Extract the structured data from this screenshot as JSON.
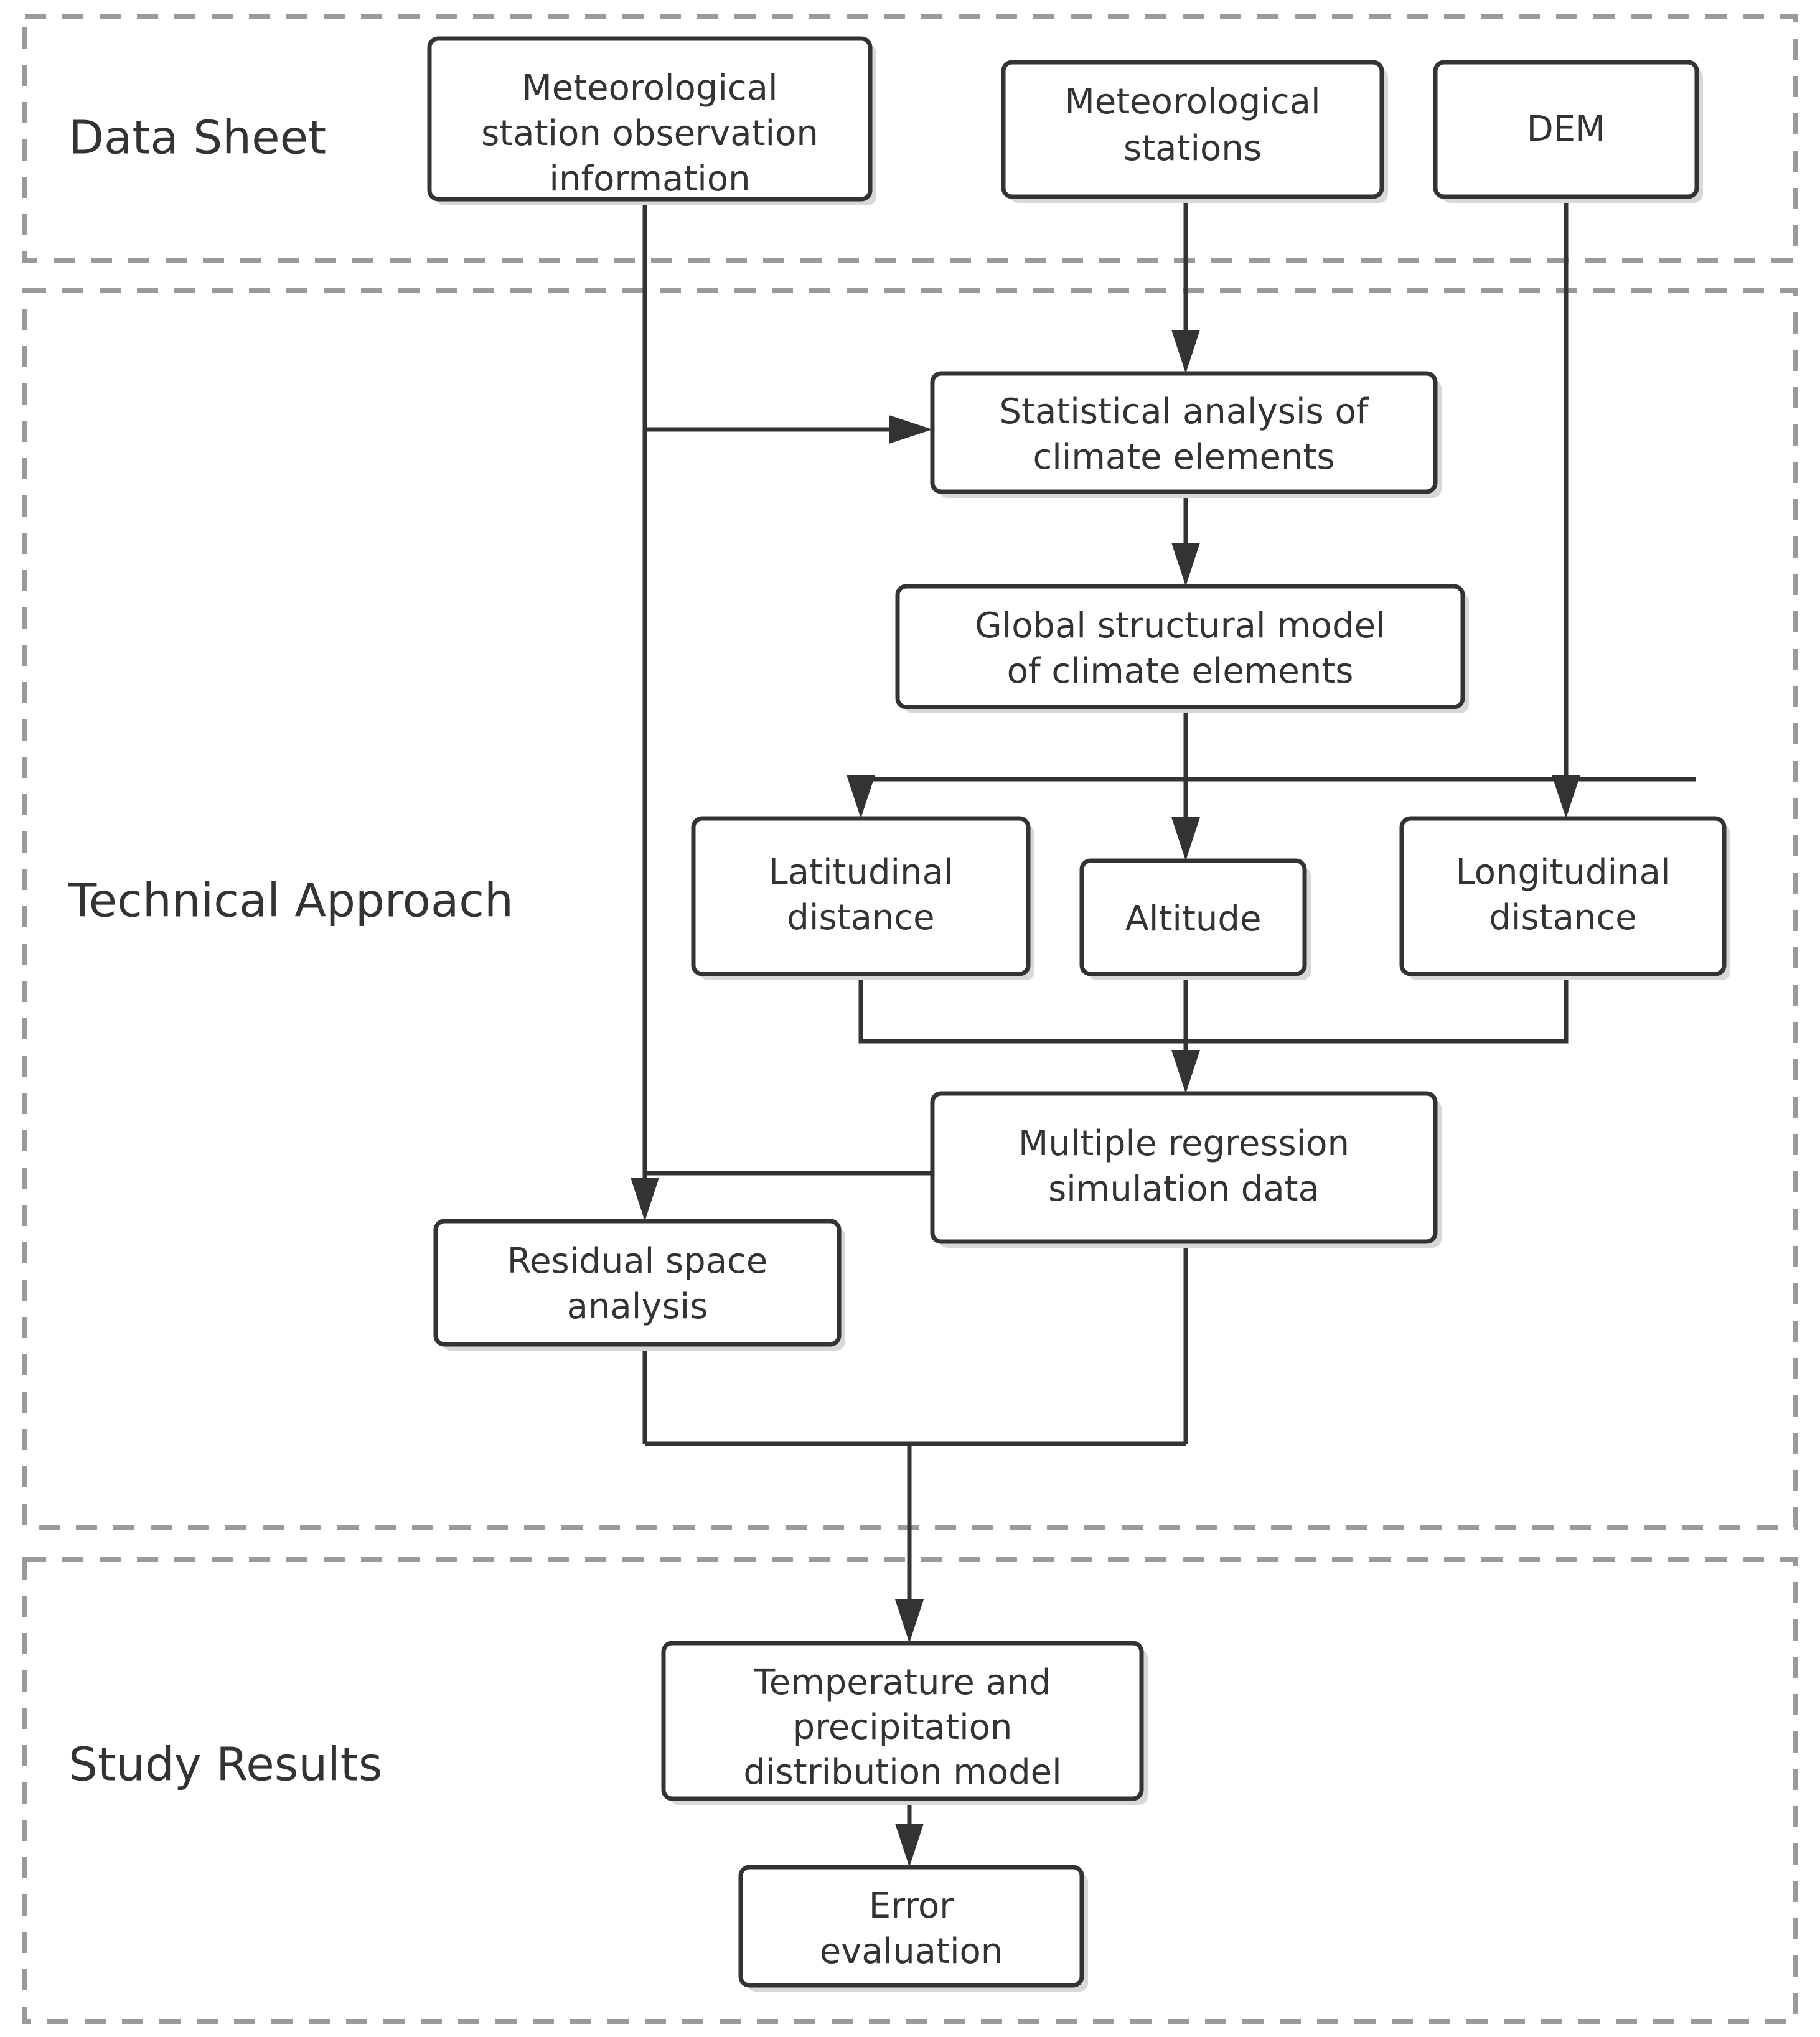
{
  "diagram": {
    "title": "Technical flowchart of temperature and precipitation distribution modelling",
    "colors": {
      "background": "#ffffff",
      "node_stroke": "#333333",
      "node_fill": "#ffffff",
      "node_shadow": "#d8d8d8",
      "section_border": "#9a9a9a",
      "text": "#333333",
      "link": "#333333"
    },
    "sections": [
      {
        "id": "data-sheet",
        "label": "Data Sheet"
      },
      {
        "id": "technical-approach",
        "label": "Technical Approach"
      },
      {
        "id": "study-results",
        "label": "Study Results"
      }
    ],
    "nodes": [
      {
        "id": "met-station-obs",
        "section": "data-sheet",
        "lines": [
          "Meteorological",
          "station observation",
          "information"
        ]
      },
      {
        "id": "met-stations",
        "section": "data-sheet",
        "lines": [
          "Meteorological",
          "stations"
        ]
      },
      {
        "id": "dem",
        "section": "data-sheet",
        "lines": [
          "DEM"
        ]
      },
      {
        "id": "stat-analysis",
        "section": "technical-approach",
        "lines": [
          "Statistical analysis of",
          "climate elements"
        ]
      },
      {
        "id": "global-model",
        "section": "technical-approach",
        "lines": [
          "Global structural model",
          "of climate elements"
        ]
      },
      {
        "id": "lat-distance",
        "section": "technical-approach",
        "lines": [
          "Latitudinal",
          "distance"
        ]
      },
      {
        "id": "altitude",
        "section": "technical-approach",
        "lines": [
          "Altitude"
        ]
      },
      {
        "id": "lon-distance",
        "section": "technical-approach",
        "lines": [
          "Longitudinal",
          "distance"
        ]
      },
      {
        "id": "multi-regression",
        "section": "technical-approach",
        "lines": [
          "Multiple regression",
          "simulation data"
        ]
      },
      {
        "id": "residual-space",
        "section": "technical-approach",
        "lines": [
          "Residual space",
          "analysis"
        ]
      },
      {
        "id": "temp-precip",
        "section": "study-results",
        "lines": [
          "Temperature and",
          "precipitation",
          "distribution model"
        ]
      },
      {
        "id": "error-eval",
        "section": "study-results",
        "lines": [
          "Error",
          "evaluation"
        ]
      }
    ],
    "edges": [
      {
        "from": "met-stations",
        "to": "stat-analysis",
        "arrow": true
      },
      {
        "from": "met-station-obs",
        "to": "stat-analysis",
        "arrow": true
      },
      {
        "from": "stat-analysis",
        "to": "global-model",
        "arrow": true
      },
      {
        "from": "global-model",
        "to": "lat-distance",
        "arrow": true
      },
      {
        "from": "global-model",
        "to": "altitude",
        "arrow": true
      },
      {
        "from": "dem",
        "to": "lon-distance",
        "arrow": true
      },
      {
        "from": "lat-distance",
        "to": "multi-regression",
        "arrow": true
      },
      {
        "from": "altitude",
        "to": "multi-regression",
        "arrow": true
      },
      {
        "from": "lon-distance",
        "to": "multi-regression",
        "arrow": true
      },
      {
        "from": "met-station-obs",
        "to": "residual-space",
        "arrow": true
      },
      {
        "from": "multi-regression",
        "to": "residual-space",
        "arrow": true
      },
      {
        "from": "residual-space",
        "to": "temp-precip",
        "arrow": true
      },
      {
        "from": "multi-regression",
        "to": "temp-precip",
        "arrow": true
      },
      {
        "from": "temp-precip",
        "to": "error-eval",
        "arrow": true
      }
    ]
  }
}
